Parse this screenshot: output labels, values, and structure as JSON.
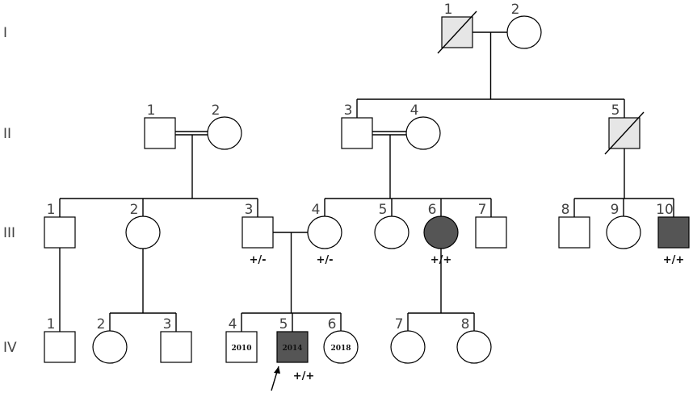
{
  "generations": [
    "I",
    "II",
    "III",
    "IV"
  ],
  "colors": {
    "affected": "#555555",
    "deceased_fill": "#e6e6e6",
    "unaffected": "#ffffff",
    "line": "#000000"
  },
  "individuals": [
    {
      "id": "I-1",
      "gen": "I",
      "num": "1",
      "sex": "male",
      "status": "deceased"
    },
    {
      "id": "I-2",
      "gen": "I",
      "num": "2",
      "sex": "female",
      "status": "unaffected"
    },
    {
      "id": "II-1",
      "gen": "II",
      "num": "1",
      "sex": "male",
      "status": "unaffected"
    },
    {
      "id": "II-2",
      "gen": "II",
      "num": "2",
      "sex": "female",
      "status": "unaffected"
    },
    {
      "id": "II-3",
      "gen": "II",
      "num": "3",
      "sex": "male",
      "status": "unaffected"
    },
    {
      "id": "II-4",
      "gen": "II",
      "num": "4",
      "sex": "female",
      "status": "unaffected"
    },
    {
      "id": "II-5",
      "gen": "II",
      "num": "5",
      "sex": "male",
      "status": "deceased"
    },
    {
      "id": "III-1",
      "gen": "III",
      "num": "1",
      "sex": "male",
      "status": "unaffected"
    },
    {
      "id": "III-2",
      "gen": "III",
      "num": "2",
      "sex": "female",
      "status": "unaffected"
    },
    {
      "id": "III-3",
      "gen": "III",
      "num": "3",
      "sex": "male",
      "status": "unaffected",
      "genotype": "+/-"
    },
    {
      "id": "III-4",
      "gen": "III",
      "num": "4",
      "sex": "female",
      "status": "unaffected",
      "genotype": "+/-"
    },
    {
      "id": "III-5",
      "gen": "III",
      "num": "5",
      "sex": "female",
      "status": "unaffected"
    },
    {
      "id": "III-6",
      "gen": "III",
      "num": "6",
      "sex": "female",
      "status": "affected",
      "genotype": "+/+"
    },
    {
      "id": "III-7",
      "gen": "III",
      "num": "7",
      "sex": "male",
      "status": "unaffected"
    },
    {
      "id": "III-8",
      "gen": "III",
      "num": "8",
      "sex": "male",
      "status": "unaffected"
    },
    {
      "id": "III-9",
      "gen": "III",
      "num": "9",
      "sex": "female",
      "status": "unaffected"
    },
    {
      "id": "III-10",
      "gen": "III",
      "num": "10",
      "sex": "male",
      "status": "affected",
      "genotype": "+/+"
    },
    {
      "id": "IV-1",
      "gen": "IV",
      "num": "1",
      "sex": "male",
      "status": "unaffected"
    },
    {
      "id": "IV-2",
      "gen": "IV",
      "num": "2",
      "sex": "female",
      "status": "unaffected"
    },
    {
      "id": "IV-3",
      "gen": "IV",
      "num": "3",
      "sex": "male",
      "status": "unaffected"
    },
    {
      "id": "IV-4",
      "gen": "IV",
      "num": "4",
      "sex": "male",
      "status": "unaffected",
      "year": "2010"
    },
    {
      "id": "IV-5",
      "gen": "IV",
      "num": "5",
      "sex": "male",
      "status": "affected",
      "year": "2014",
      "genotype": "+/+",
      "proband": true
    },
    {
      "id": "IV-6",
      "gen": "IV",
      "num": "6",
      "sex": "female",
      "status": "unaffected",
      "year": "2018"
    },
    {
      "id": "IV-7",
      "gen": "IV",
      "num": "7",
      "sex": "female",
      "status": "unaffected"
    },
    {
      "id": "IV-8",
      "gen": "IV",
      "num": "8",
      "sex": "female",
      "status": "unaffected"
    }
  ],
  "unions": [
    {
      "partners": [
        "I-1",
        "I-2"
      ],
      "consanguineous": false,
      "children": [
        "II-3",
        "II-5"
      ]
    },
    {
      "partners": [
        "II-1",
        "II-2"
      ],
      "consanguineous": true,
      "children": [
        "III-1",
        "III-2",
        "III-3"
      ]
    },
    {
      "partners": [
        "II-3",
        "II-4"
      ],
      "consanguineous": true,
      "children": [
        "III-4",
        "III-5",
        "III-6",
        "III-7"
      ]
    },
    {
      "partners": [
        "II-5"
      ],
      "consanguineous": false,
      "children": [
        "III-8",
        "III-9",
        "III-10"
      ]
    },
    {
      "partners": [
        "III-1"
      ],
      "consanguineous": false,
      "children": [
        "IV-1"
      ]
    },
    {
      "partners": [
        "III-2"
      ],
      "consanguineous": false,
      "children": [
        "IV-2",
        "IV-3"
      ]
    },
    {
      "partners": [
        "III-3",
        "III-4"
      ],
      "consanguineous": false,
      "children": [
        "IV-4",
        "IV-5",
        "IV-6"
      ]
    },
    {
      "partners": [
        "III-6"
      ],
      "consanguineous": false,
      "children": [
        "IV-7",
        "IV-8"
      ]
    }
  ]
}
